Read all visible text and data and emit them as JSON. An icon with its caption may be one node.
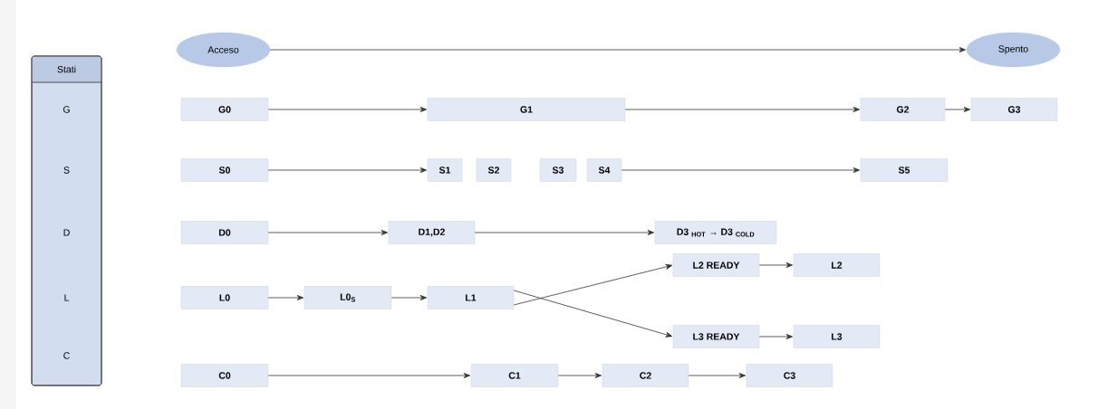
{
  "diagram": {
    "nodes": [
      {
        "text": [
          "Stati",
          "G",
          "S",
          "D",
          "L",
          "C"
        ]
      },
      {
        "text": [
          "Acceso"
        ]
      },
      {
        "text": [
          "Spento"
        ]
      },
      {
        "text": [
          "G0"
        ]
      },
      {
        "text": [
          "G1"
        ]
      },
      {
        "text": [
          "G2"
        ]
      },
      {
        "text": [
          "G3"
        ]
      },
      {
        "text": [
          "S0"
        ]
      },
      {
        "text": [
          "S1"
        ]
      },
      {
        "text": [
          "S2"
        ]
      },
      {
        "text": [
          "S3"
        ]
      },
      {
        "text": [
          "S4"
        ]
      },
      {
        "text": [
          "S5"
        ]
      },
      {
        "text": [
          "D0"
        ]
      },
      {
        "text": [
          "D1,D2"
        ]
      },
      {
        "text": [
          "D3 $_{HOT}$ → D3 $_{COLD}$"
        ]
      },
      {
        "text": [
          "L0"
        ]
      },
      {
        "text": [
          "L0$_{S}$"
        ]
      },
      {
        "text": [
          "L1"
        ]
      },
      {
        "text": [
          "L2 READY"
        ]
      },
      {
        "text": [
          "L2"
        ]
      },
      {
        "text": [
          "L3 READY"
        ]
      },
      {
        "text": [
          "L3"
        ]
      },
      {
        "text": [
          "C0"
        ]
      },
      {
        "text": [
          "C1"
        ]
      },
      {
        "text": [
          "C2"
        ]
      },
      {
        "text": [
          "C3"
        ]
      }
    ],
    "edges": [
      {
        "from": 1,
        "to": 2,
        "arrow": "to"
      },
      {
        "from": 3,
        "to": 4,
        "arrow": "to"
      },
      {
        "from": 4,
        "to": 5,
        "arrow": "to"
      },
      {
        "from": 5,
        "to": 6,
        "arrow": "to"
      },
      {
        "from": 7,
        "to": 8,
        "arrow": "to"
      },
      {
        "from": 11,
        "to": 12,
        "arrow": "to"
      },
      {
        "from": 13,
        "to": 14,
        "arrow": "to"
      },
      {
        "from": 14,
        "to": 15,
        "arrow": "to"
      },
      {
        "from": 16,
        "to": 17,
        "arrow": "to"
      },
      {
        "from": 17,
        "to": 18,
        "arrow": "to"
      },
      {
        "from": 18,
        "to": 19,
        "arrow": "to"
      },
      {
        "from": 18,
        "to": 21,
        "arrow": "to"
      },
      {
        "from": 19,
        "to": 20,
        "arrow": "to"
      },
      {
        "from": 21,
        "to": 22,
        "arrow": "to"
      },
      {
        "from": 23,
        "to": 24,
        "arrow": "to"
      },
      {
        "from": 24,
        "to": 25,
        "arrow": "to"
      },
      {
        "from": 25,
        "to": 26,
        "arrow": "to"
      }
    ]
  }
}
